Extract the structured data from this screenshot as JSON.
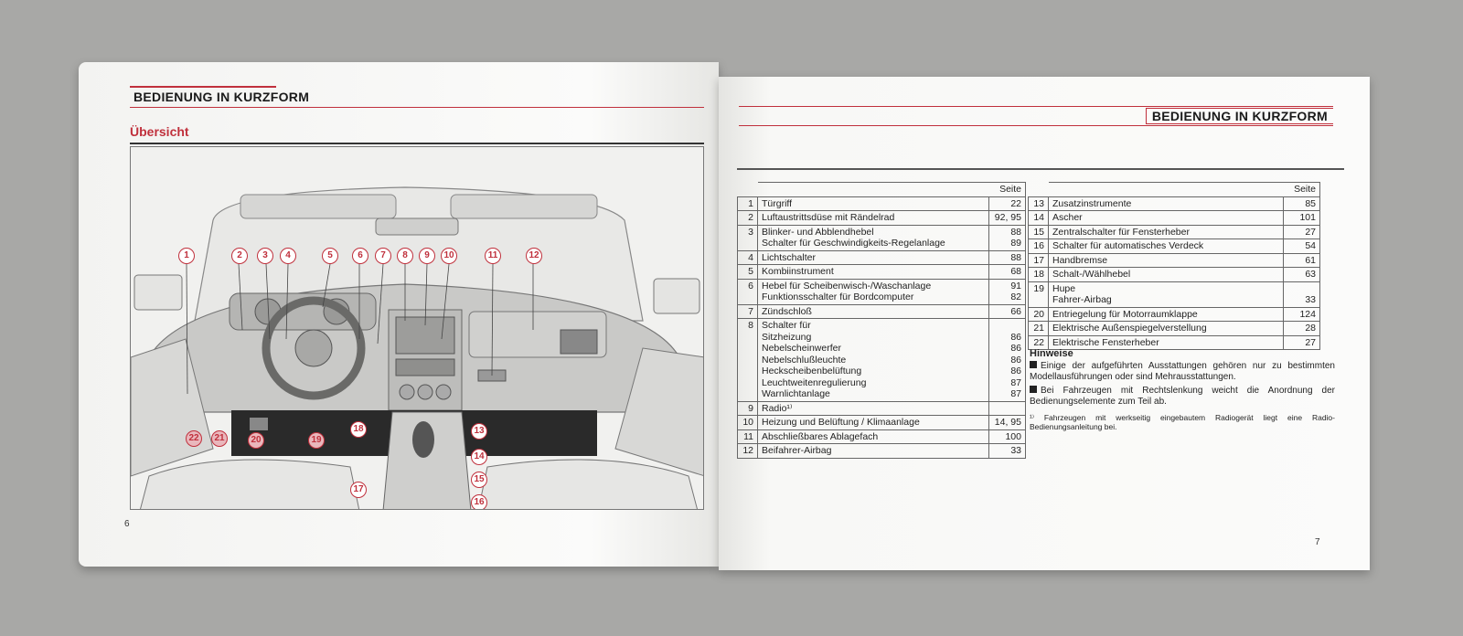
{
  "left_page": {
    "header": "BEDIENUNG IN KURZFORM",
    "subheader": "Übersicht",
    "page_number": "6",
    "callouts": [
      "1",
      "2",
      "3",
      "4",
      "5",
      "6",
      "7",
      "8",
      "9",
      "10",
      "11",
      "12",
      "13",
      "14",
      "15",
      "16",
      "17",
      "18",
      "19",
      "20",
      "21",
      "22"
    ]
  },
  "right_page": {
    "header": "BEDIENUNG IN KURZFORM",
    "page_number": "7",
    "col_header": "Seite",
    "table1": [
      {
        "n": "1",
        "lines": [
          "Türgriff"
        ],
        "pages": [
          "22"
        ]
      },
      {
        "n": "2",
        "lines": [
          "Luftaustrittsdüse mit Rändelrad"
        ],
        "pages": [
          "92, 95"
        ]
      },
      {
        "n": "3",
        "lines": [
          "Blinker- und Abblendhebel",
          "Schalter für Geschwindigkeits-Regelanlage"
        ],
        "pages": [
          "88",
          "89"
        ]
      },
      {
        "n": "4",
        "lines": [
          "Lichtschalter"
        ],
        "pages": [
          "88"
        ]
      },
      {
        "n": "5",
        "lines": [
          "Kombiinstrument"
        ],
        "pages": [
          "68"
        ]
      },
      {
        "n": "6",
        "lines": [
          "Hebel für Scheibenwisch-/Waschanlage",
          "Funktionsschalter für Bordcomputer"
        ],
        "pages": [
          "91",
          "82"
        ]
      },
      {
        "n": "7",
        "lines": [
          "Zündschloß"
        ],
        "pages": [
          "66"
        ]
      },
      {
        "n": "8",
        "lines": [
          "Schalter für",
          "Sitzheizung",
          "Nebelscheinwerfer",
          "Nebelschlußleuchte",
          "Heckscheibenbelüftung",
          "Leuchtweitenregulierung",
          "Warnlichtanlage"
        ],
        "pages": [
          "",
          "86",
          "86",
          "86",
          "86",
          "87",
          "87"
        ]
      },
      {
        "n": "9",
        "lines": [
          "Radio¹⁾"
        ],
        "pages": [
          ""
        ]
      },
      {
        "n": "10",
        "lines": [
          "Heizung und Belüftung / Klimaanlage"
        ],
        "pages": [
          "14, 95"
        ]
      },
      {
        "n": "11",
        "lines": [
          "Abschließbares Ablagefach"
        ],
        "pages": [
          "100"
        ]
      },
      {
        "n": "12",
        "lines": [
          "Beifahrer-Airbag"
        ],
        "pages": [
          "33"
        ]
      }
    ],
    "table2": [
      {
        "n": "13",
        "lines": [
          "Zusatzinstrumente"
        ],
        "pages": [
          "85"
        ]
      },
      {
        "n": "14",
        "lines": [
          "Ascher"
        ],
        "pages": [
          "101"
        ]
      },
      {
        "n": "15",
        "lines": [
          "Zentralschalter für Fensterheber"
        ],
        "pages": [
          "27"
        ]
      },
      {
        "n": "16",
        "lines": [
          "Schalter für automatisches Verdeck"
        ],
        "pages": [
          "54"
        ]
      },
      {
        "n": "17",
        "lines": [
          "Handbremse"
        ],
        "pages": [
          "61"
        ]
      },
      {
        "n": "18",
        "lines": [
          "Schalt-/Wählhebel"
        ],
        "pages": [
          "63"
        ]
      },
      {
        "n": "19",
        "lines": [
          "Hupe",
          "Fahrer-Airbag"
        ],
        "pages": [
          "",
          "33"
        ]
      },
      {
        "n": "20",
        "lines": [
          "Entriegelung für Motorraumklappe"
        ],
        "pages": [
          "124"
        ]
      },
      {
        "n": "21",
        "lines": [
          "Elektrische Außenspiegelverstellung"
        ],
        "pages": [
          "28"
        ]
      },
      {
        "n": "22",
        "lines": [
          "Elektrische Fensterheber"
        ],
        "pages": [
          "27"
        ]
      }
    ],
    "notes": {
      "title": "Hinweise",
      "items": [
        "Einige der aufgeführten Ausstattungen gehören nur zu bestimmten Modellausführungen oder sind Mehrausstattungen.",
        "Bei Fahrzeugen mit Rechtslenkung weicht die Anordnung der Bedienungselemente zum Teil ab."
      ],
      "footnote": "¹⁾ Fahrzeugen mit werkseitig eingebautem Radiogerät liegt eine Radio-Bedienungsanleitung bei."
    }
  },
  "colors": {
    "accent": "#c0303c",
    "paper": "#f7f7f5",
    "background": "#a8a8a6"
  }
}
